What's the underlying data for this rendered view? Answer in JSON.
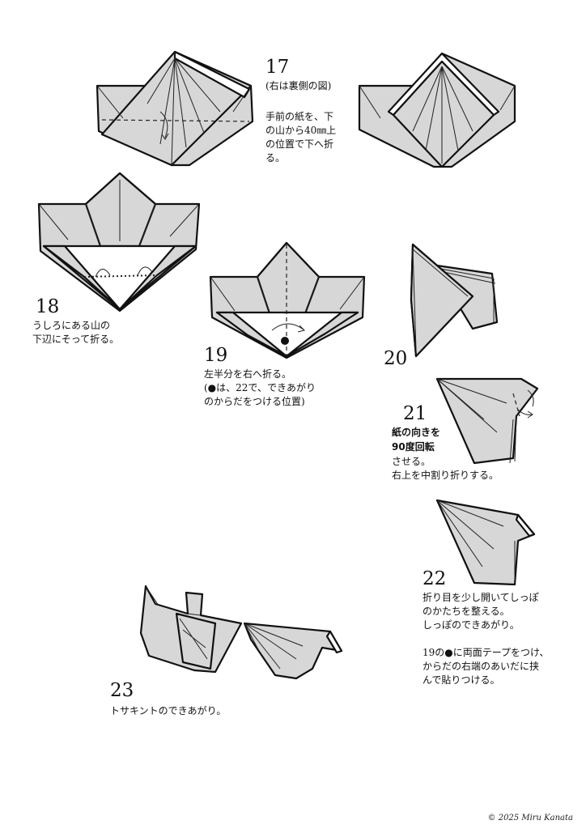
{
  "steps": {
    "s17": {
      "number": "17",
      "note": "(右は裏側の図)",
      "text": "手前の紙を、下\nの山から40㎜上\nの位置で下へ折\nる。"
    },
    "s18": {
      "number": "18",
      "text": "うしろにある山の\n下辺にそって折る。"
    },
    "s19": {
      "number": "19",
      "text": "左半分を右へ折る。\n(●は、22で、できあがり\nのからだをつける位置)"
    },
    "s20": {
      "number": "20"
    },
    "s21": {
      "number": "21",
      "bold_1": "紙の向きを",
      "bold_2": "90度回転",
      "text": "させる。\n右上を中割り折りする。"
    },
    "s22": {
      "number": "22",
      "text": "折り目を少し開いてしっぽ\nのかたちを整える。\nしっぽのできあがり。\n\n19の●に両面テープをつけ、\nからだの右端のあいだに挟\nんで貼りつける。"
    },
    "s23": {
      "number": "23",
      "text": "トサキントのできあがり。"
    }
  },
  "copyright": "© 2025 Miru Kanata"
}
